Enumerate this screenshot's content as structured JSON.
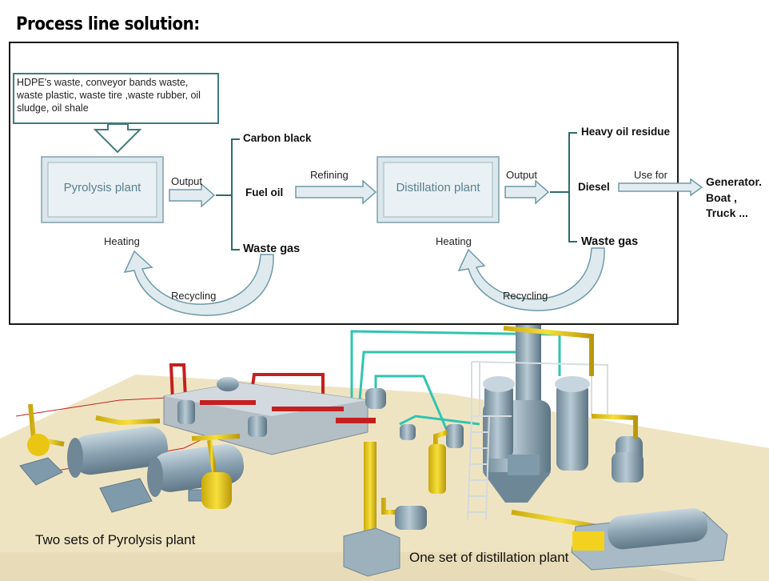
{
  "title": "Process line solution:",
  "input_materials": "HDPE's waste, conveyor bands waste, waste plastic, waste tire ,waste rubber, oil sludge, oil shale",
  "pyrolysis": {
    "plant": "Pyrolysis plant",
    "output_label": "Output",
    "products": [
      "Carbon black",
      "Fuel oil",
      "Waste gas"
    ],
    "heating_label": "Heating",
    "recycling_label": "Recycling"
  },
  "refining_label": "Refining",
  "distillation": {
    "plant": "Distillation plant",
    "output_label": "Output",
    "products": [
      "Heavy oil residue",
      "Diesel",
      "Waste gas"
    ],
    "heating_label": "Heating",
    "recycling_label": "Recycling"
  },
  "use_for_label": "Use for",
  "uses": [
    "Generator.",
    "Boat ,",
    "Truck ..."
  ],
  "captions": {
    "pyrolysis_sets": "Two sets of Pyrolysis plant",
    "distillation_set": "One set of distillation plant"
  },
  "colors": {
    "box_fill": "#dce8ec",
    "arrow_fill": "#e2ecf0",
    "arrow_stroke": "#6e9aa8",
    "bracket": "#2f6b6b",
    "pipe_yellow": "#f2d21f",
    "pipe_teal": "#33c9b6",
    "pipe_red": "#c42020",
    "equipment": "#8fa6b4",
    "floor": "#f2e9c8"
  }
}
